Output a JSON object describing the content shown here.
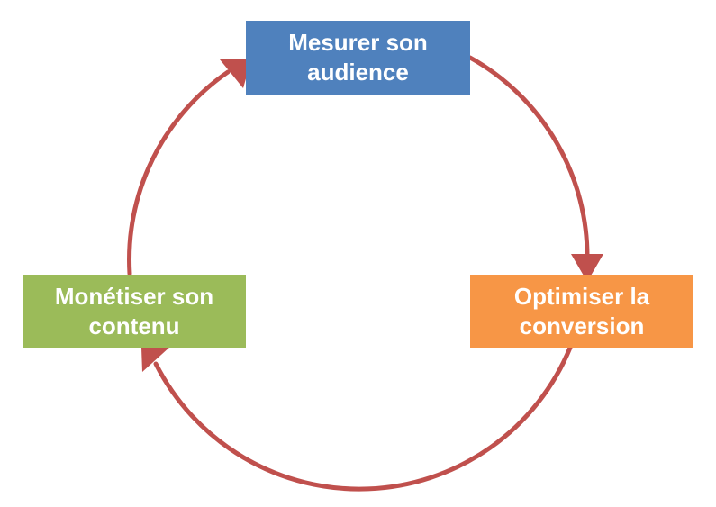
{
  "diagram": {
    "colors": {
      "arrow": "#C0504D",
      "measure_box": "#4F81BD",
      "optimize_box": "#F79646",
      "monetize_box": "#9BBB59",
      "box_text": "#FFFFFF"
    },
    "nodes": {
      "measure": {
        "line1": "Mesurer son",
        "line2": "audience"
      },
      "optimize": {
        "line1": "Optimiser la",
        "line2": "conversion"
      },
      "monetize": {
        "line1": "Monétiser son",
        "line2": "contenu"
      }
    },
    "flow": [
      {
        "from": "measure",
        "to": "optimize"
      },
      {
        "from": "optimize",
        "to": "monetize"
      },
      {
        "from": "monetize",
        "to": "measure"
      }
    ]
  }
}
